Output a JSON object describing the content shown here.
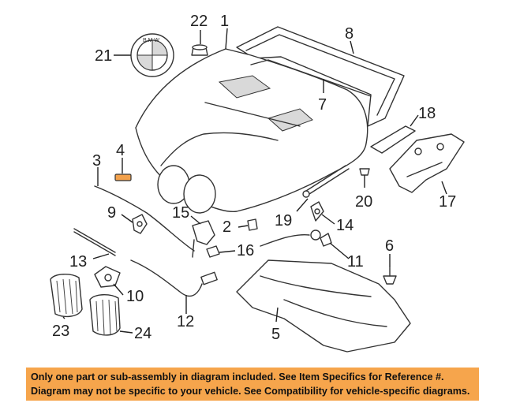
{
  "callouts": [
    {
      "id": "1",
      "label": "1"
    },
    {
      "id": "2",
      "label": "2"
    },
    {
      "id": "3",
      "label": "3"
    },
    {
      "id": "4",
      "label": "4"
    },
    {
      "id": "5",
      "label": "5"
    },
    {
      "id": "6",
      "label": "6"
    },
    {
      "id": "7",
      "label": "7"
    },
    {
      "id": "8",
      "label": "8"
    },
    {
      "id": "9",
      "label": "9"
    },
    {
      "id": "10",
      "label": "10"
    },
    {
      "id": "11",
      "label": "11"
    },
    {
      "id": "12",
      "label": "12"
    },
    {
      "id": "13",
      "label": "13"
    },
    {
      "id": "14",
      "label": "14"
    },
    {
      "id": "15",
      "label": "15"
    },
    {
      "id": "16",
      "label": "16"
    },
    {
      "id": "17",
      "label": "17"
    },
    {
      "id": "18",
      "label": "18"
    },
    {
      "id": "19",
      "label": "19"
    },
    {
      "id": "20",
      "label": "20"
    },
    {
      "id": "21",
      "label": "21"
    },
    {
      "id": "22",
      "label": "22"
    },
    {
      "id": "23",
      "label": "23"
    },
    {
      "id": "24",
      "label": "24"
    }
  ],
  "highlight": {
    "part": "4",
    "color": "#f3a14b"
  },
  "notice": {
    "line1": "Only one part or sub-assembly in diagram included. See Item Specifics for Reference #.",
    "line2": "Diagram may not be specific to your vehicle. See Compatibility for vehicle-specific diagrams.",
    "background": "#f6a54c"
  }
}
